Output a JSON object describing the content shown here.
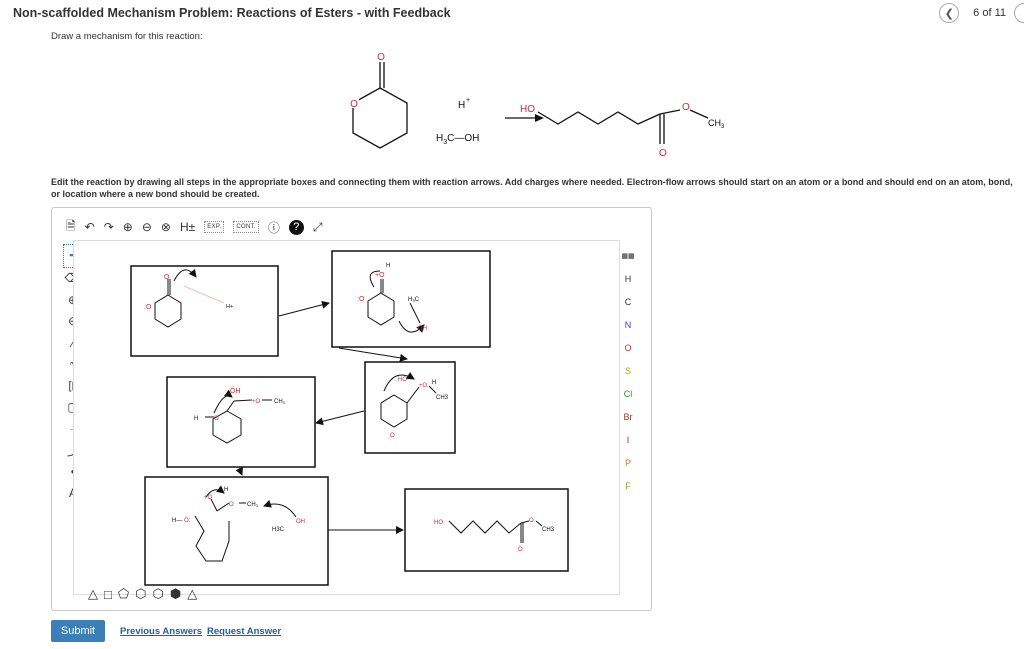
{
  "header": {
    "title": "Non-scaffolded Mechanism Problem: Reactions of Esters - with Feedback",
    "prev_icon": "chevron-left-icon",
    "position": "6 of 11"
  },
  "question": {
    "prompt": "Draw a mechanism for this reaction:",
    "reagent_top": "H",
    "reagent_top_sup": "+",
    "reagent_bottom": "H3C—OH",
    "product_ho": "HO",
    "product_ch3": "CH3",
    "instructions": "Edit the reaction by drawing all steps in the appropriate boxes and connecting them with reaction arrows. Add charges where needed. Electron-flow arrows should start on an atom or a bond and should end on an atom, bond, or location where a new bond should be created."
  },
  "toolbar": {
    "items": [
      "document-icon",
      "undo-icon",
      "redo-icon",
      "zoom-in-icon",
      "zoom-out-icon",
      "zoom-reset-icon",
      "h-plus-minus",
      "exp",
      "cont",
      "info-icon",
      "help-icon",
      "expand-icon"
    ],
    "h_label": "H±",
    "exp_label": "EXP.",
    "cont_label": "CONT."
  },
  "elements": [
    "H",
    "C",
    "N",
    "O",
    "S",
    "Cl",
    "Br",
    "I",
    "P",
    "F"
  ],
  "element_colors": {
    "H": "#333",
    "C": "#333",
    "N": "#2b3fd6",
    "O": "#d62b2b",
    "S": "#b8a000",
    "Cl": "#1f9e1f",
    "Br": "#9e3b1f",
    "I": "#7a2b9e",
    "P": "#d67a00",
    "F": "#6fae2b"
  },
  "left_tools": [
    "select-icon",
    "eraser-icon",
    "plus-charge-icon",
    "minus-charge-icon",
    "single-bond-icon",
    "chain-icon",
    "bracket-icon",
    "rectangle-icon",
    "reaction-arrow-icon",
    "curved-arrow-icon",
    "radical-icon",
    "atom-label-icon"
  ],
  "shapes": [
    "triangle",
    "square",
    "pentagon",
    "hexagon",
    "heptagon",
    "octagon",
    "benzene"
  ],
  "canvas_labels": {
    "b1_h": "H+",
    "b4_ch3": "CH3",
    "b5_h3c": "H3C",
    "b5_oh": "OH",
    "b6_ho": "HO",
    "b6_ch3": "CH3"
  },
  "footer": {
    "submit": "Submit",
    "previous_answers": "Previous Answers",
    "request_answer": "Request Answer"
  }
}
